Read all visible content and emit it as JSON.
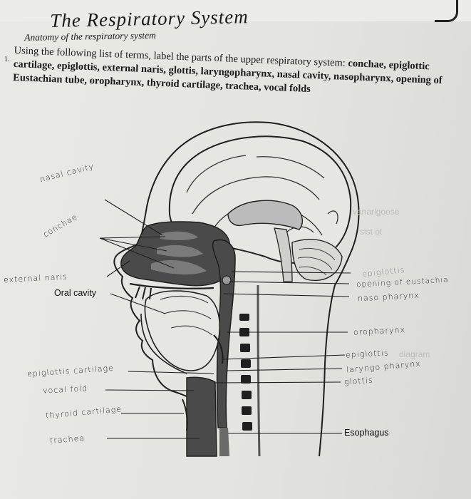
{
  "header": {
    "title": "The Respiratory System",
    "subtitle": "Anatomy of the respiratory system",
    "item_number": "1."
  },
  "instructions": {
    "lead": "Using the following list of terms, label the parts of the upper respiratory system: ",
    "terms": "conchae, epiglottic cartilage, epiglottis, external naris, glottis, laryngopharynx, nasal cavity, nasopharynx, opening of Eustachian tube, oropharynx, thyroid cartilage, trachea, vocal folds"
  },
  "labels": {
    "nasal_cavity": "nasal cavity",
    "conchae": "conchae",
    "external_naris": "external naris",
    "oral_cavity": "Oral cavity",
    "epiglottic_cartilage": "epiglottis cartilage",
    "vocal_fold": "vocal fold",
    "thyroid_cartilage": "thyroid cartilage",
    "trachea": "trachea",
    "epiglottis_right": "epiglottis",
    "opening_eustachian": "opening of eustachia",
    "nasopharynx": "naso pharynx",
    "oropharynx": "oropharynx",
    "epiglottis_lower": "epiglottis",
    "laryngopharynx": "laryngo pharynx",
    "glottis": "glottis",
    "esophagus": "Esophagus"
  },
  "colors": {
    "cavity": "#4a4a4a",
    "line": "#1f1f1f"
  }
}
